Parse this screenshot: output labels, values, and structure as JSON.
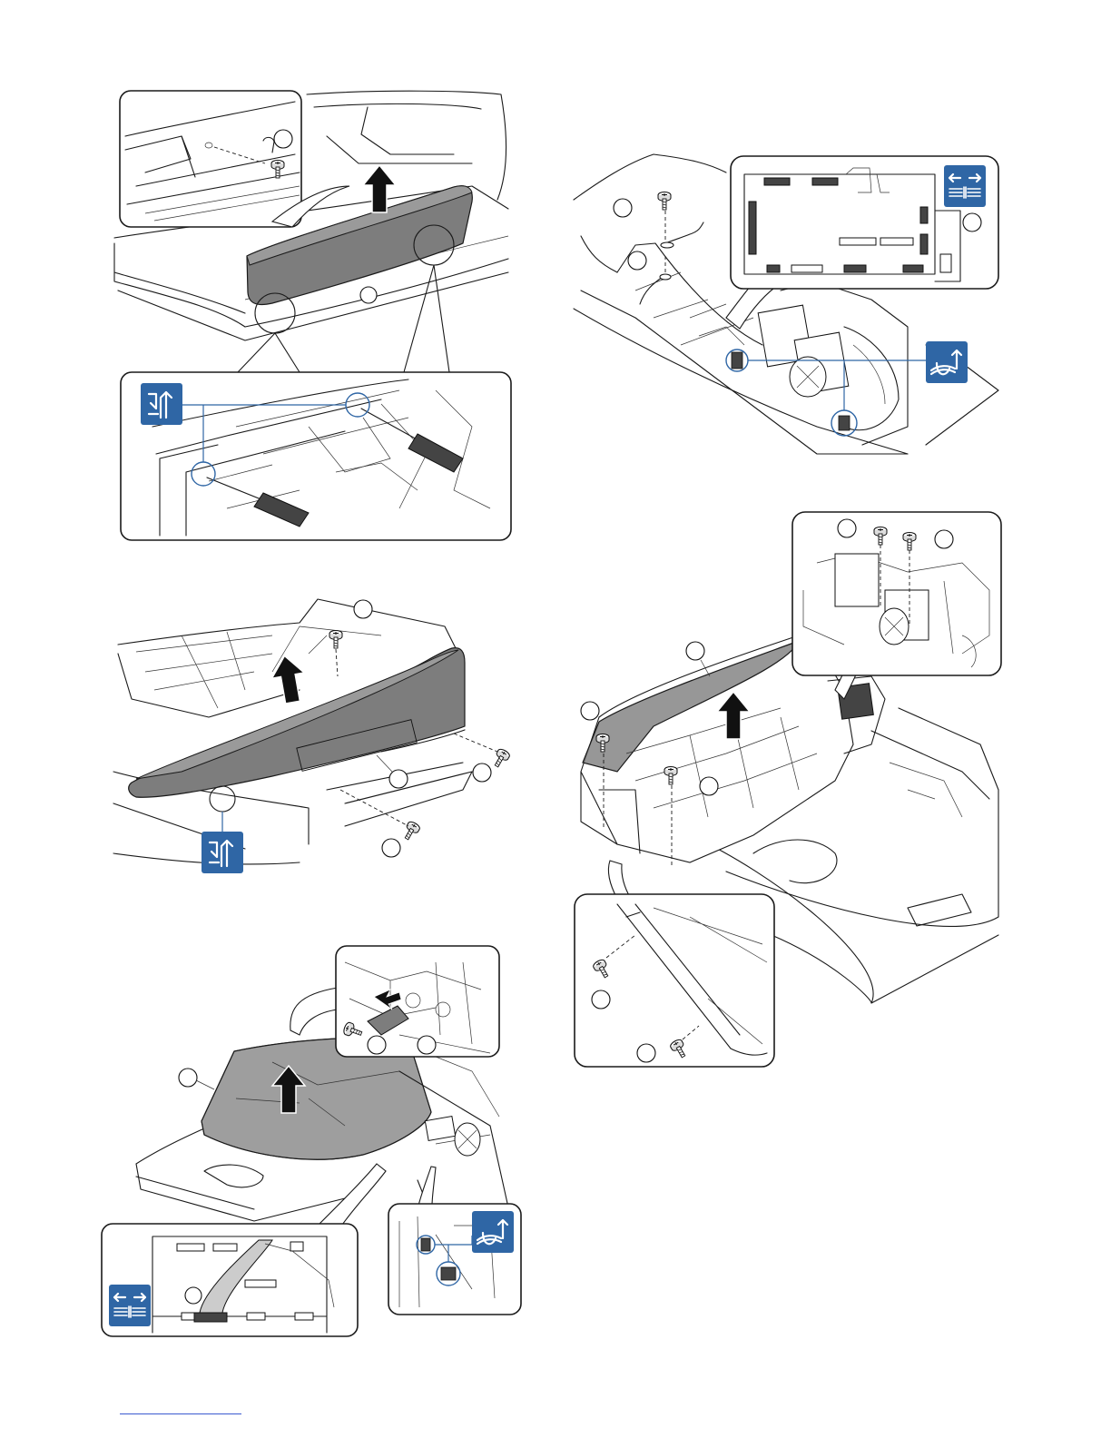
{
  "figures": [
    {
      "id": "fig-top-left",
      "badge": "disengage-pawl",
      "description_visible": false
    },
    {
      "id": "fig-mid-left",
      "badge": "disengage-pawl"
    },
    {
      "id": "fig-bottom-left",
      "badges": [
        "disconnect-connector",
        "release-harness"
      ]
    },
    {
      "id": "fig-top-right",
      "badges": [
        "disconnect-connector",
        "release-harness"
      ]
    },
    {
      "id": "fig-mid-right"
    }
  ],
  "icons": {
    "pawl": "pawl-release-icon",
    "connector": "connector-disconnect-icon",
    "harness": "harness-release-icon",
    "lift": "lift-arrow-icon"
  },
  "colors": {
    "badge": "#2f66a5",
    "cover": "#7d7d7d",
    "line": "#1a1a1a"
  }
}
